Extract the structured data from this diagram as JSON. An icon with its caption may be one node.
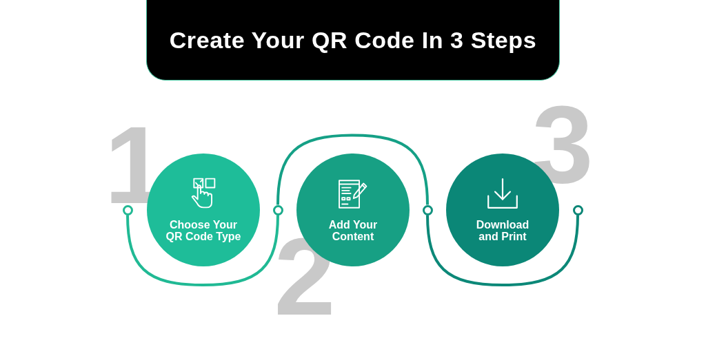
{
  "diagram": {
    "title": "Create Your QR Code In 3 Steps",
    "nodes": [
      {
        "text": [],
        "shape": "circle"
      },
      {
        "text": [
          "Choose Your QR Code Type"
        ],
        "beside": [
          "1"
        ]
      },
      {
        "text": [],
        "shape": "circle"
      },
      {
        "text": [
          "Add Your Content"
        ],
        "beside": [
          "2"
        ]
      },
      {
        "text": [],
        "shape": "circle"
      },
      {
        "text": [
          "Download and Print"
        ],
        "beside": [
          "3"
        ]
      },
      {
        "text": [],
        "shape": "circle"
      }
    ],
    "edges": [
      {
        "from": 0,
        "to": 2,
        "arrow": "none",
        "color": "#20b994"
      },
      {
        "from": 2,
        "to": 4,
        "arrow": "none",
        "color": "#15a086"
      },
      {
        "from": 4,
        "to": 6,
        "arrow": "none",
        "color": "#0c8878"
      }
    ]
  }
}
